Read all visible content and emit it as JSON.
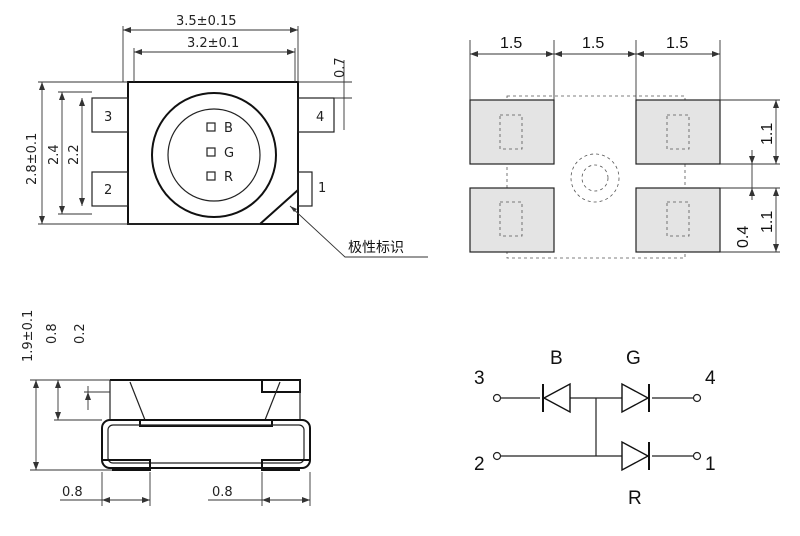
{
  "top_view": {
    "dims": {
      "overall_width": "3.5±0.15",
      "body_width": "3.2±0.1",
      "lead_offset": "0.7",
      "overall_height": "2.8±0.1",
      "body_height_a": "2.4",
      "body_height_b": "2.2"
    },
    "pins": [
      "1",
      "2",
      "3",
      "4"
    ],
    "dies": [
      "B",
      "G",
      "R"
    ],
    "polarity_label": "极性标识"
  },
  "footprint": {
    "spacing": [
      "1.5",
      "1.5",
      "1.5"
    ],
    "pad_height_top": "1.1",
    "pad_height_bottom": "1.1",
    "gap": "0.4"
  },
  "side_view": {
    "height": "1.9±0.1",
    "body": "0.8",
    "lip": "0.2",
    "lead_left": "0.8",
    "lead_right": "0.8"
  },
  "schematic": {
    "pins": [
      "3",
      "4",
      "2",
      "1"
    ],
    "diodes": [
      "B",
      "G",
      "R"
    ]
  }
}
